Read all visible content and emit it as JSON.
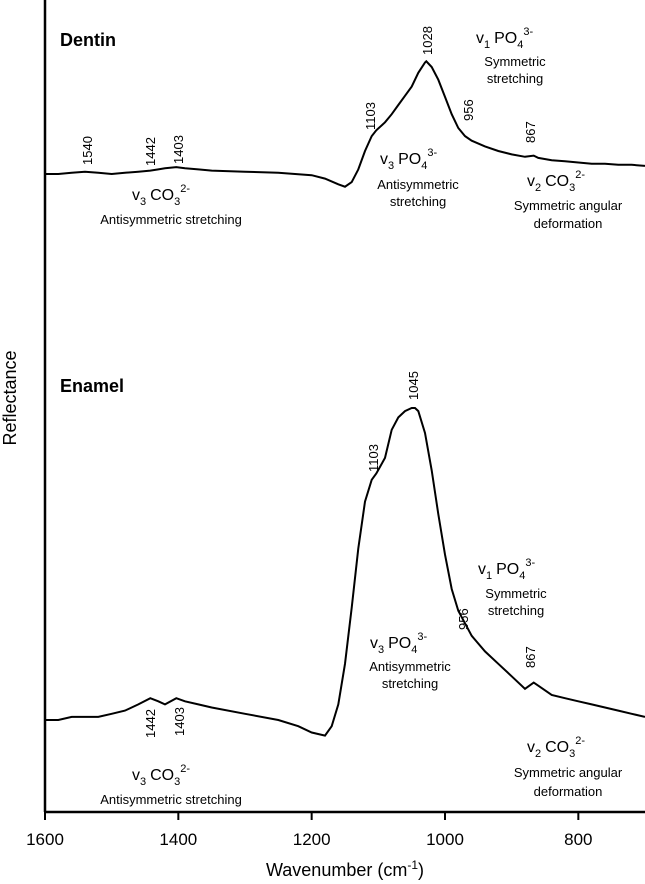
{
  "chart_data": {
    "type": "line",
    "xlabel": "Wavenumber (cm",
    "xlabel_sup": "-1",
    "xlabel_end": ")",
    "ylabel": "Reflectance",
    "xlim": [
      1600,
      700
    ],
    "xticks": [
      1600,
      1400,
      1200,
      1000,
      800
    ],
    "xtick_labels": [
      "1600",
      "1400",
      "1200",
      "1000",
      "800"
    ],
    "grid": false,
    "y_units": "arbitrary (no y ticks)",
    "series": [
      {
        "name": "Dentin",
        "x": [
          1600,
          1580,
          1560,
          1540,
          1520,
          1500,
          1480,
          1460,
          1442,
          1430,
          1420,
          1403,
          1390,
          1370,
          1350,
          1300,
          1250,
          1200,
          1180,
          1160,
          1150,
          1140,
          1130,
          1120,
          1110,
          1103,
          1090,
          1080,
          1070,
          1060,
          1050,
          1040,
          1030,
          1028,
          1020,
          1010,
          1000,
          990,
          980,
          970,
          960,
          956,
          940,
          920,
          900,
          880,
          867,
          860,
          840,
          820,
          800,
          780,
          760,
          740,
          720,
          700
        ],
        "y": [
          0.0,
          0.0,
          0.01,
          0.02,
          0.01,
          0.0,
          0.01,
          0.02,
          0.03,
          0.04,
          0.05,
          0.06,
          0.05,
          0.04,
          0.03,
          0.02,
          0.01,
          -0.01,
          -0.04,
          -0.09,
          -0.11,
          -0.07,
          0.04,
          0.2,
          0.33,
          0.38,
          0.45,
          0.52,
          0.6,
          0.68,
          0.76,
          0.88,
          0.97,
          0.98,
          0.93,
          0.82,
          0.67,
          0.52,
          0.4,
          0.33,
          0.29,
          0.28,
          0.24,
          0.2,
          0.17,
          0.15,
          0.16,
          0.14,
          0.12,
          0.11,
          0.1,
          0.09,
          0.09,
          0.08,
          0.08,
          0.07
        ],
        "peaks": [
          "1540",
          "1442",
          "1403",
          "1103",
          "1028",
          "956",
          "867"
        ]
      },
      {
        "name": "Enamel",
        "x": [
          1600,
          1580,
          1560,
          1540,
          1520,
          1500,
          1480,
          1460,
          1442,
          1430,
          1420,
          1403,
          1390,
          1370,
          1350,
          1300,
          1250,
          1220,
          1200,
          1180,
          1170,
          1160,
          1150,
          1140,
          1130,
          1120,
          1110,
          1103,
          1090,
          1080,
          1070,
          1060,
          1050,
          1045,
          1040,
          1030,
          1020,
          1010,
          1000,
          990,
          980,
          970,
          960,
          956,
          940,
          920,
          900,
          880,
          867,
          860,
          840,
          820,
          800,
          780,
          760,
          740,
          720,
          700
        ],
        "y": [
          0.0,
          0.0,
          0.01,
          0.01,
          0.01,
          0.02,
          0.03,
          0.05,
          0.07,
          0.06,
          0.05,
          0.07,
          0.06,
          0.05,
          0.04,
          0.02,
          0.0,
          -0.02,
          -0.04,
          -0.05,
          -0.02,
          0.05,
          0.18,
          0.36,
          0.55,
          0.7,
          0.77,
          0.79,
          0.84,
          0.93,
          0.97,
          0.99,
          1.0,
          1.0,
          0.99,
          0.92,
          0.8,
          0.66,
          0.53,
          0.42,
          0.35,
          0.31,
          0.27,
          0.26,
          0.22,
          0.18,
          0.14,
          0.1,
          0.12,
          0.11,
          0.08,
          0.07,
          0.06,
          0.05,
          0.04,
          0.03,
          0.02,
          0.01
        ],
        "peaks": [
          "1442",
          "1403",
          "1103",
          "1045",
          "956",
          "867"
        ]
      }
    ],
    "panels": [
      {
        "title": "Dentin",
        "annotations": [
          {
            "id": "v3-co3",
            "species": "v",
            "species_sub": "3",
            "formula": "CO",
            "formula_sub": "3",
            "charge": "2-",
            "desc1": "Antisymmetric stretching",
            "desc2": ""
          },
          {
            "id": "v3-po4",
            "species": "v",
            "species_sub": "3",
            "formula": "PO",
            "formula_sub": "4",
            "charge": "3-",
            "desc1": "Antisymmetric",
            "desc2": "stretching"
          },
          {
            "id": "v1-po4",
            "species": "v",
            "species_sub": "1",
            "formula": "PO",
            "formula_sub": "4",
            "charge": "3-",
            "desc1": "Symmetric",
            "desc2": "stretching"
          },
          {
            "id": "v2-co3",
            "species": "v",
            "species_sub": "2",
            "formula": "CO",
            "formula_sub": "3",
            "charge": "2-",
            "desc1": "Symmetric angular",
            "desc2": "deformation"
          }
        ]
      },
      {
        "title": "Enamel",
        "annotations": [
          {
            "id": "v3-co3",
            "species": "v",
            "species_sub": "3",
            "formula": "CO",
            "formula_sub": "3",
            "charge": "2-",
            "desc1": "Antisymmetric stretching",
            "desc2": ""
          },
          {
            "id": "v3-po4",
            "species": "v",
            "species_sub": "3",
            "formula": "PO",
            "formula_sub": "4",
            "charge": "3-",
            "desc1": "Antisymmetric",
            "desc2": "stretching"
          },
          {
            "id": "v1-po4",
            "species": "v",
            "species_sub": "1",
            "formula": "PO",
            "formula_sub": "4",
            "charge": "3-",
            "desc1": "Symmetric",
            "desc2": "stretching"
          },
          {
            "id": "v2-co3",
            "species": "v",
            "species_sub": "2",
            "formula": "CO",
            "formula_sub": "3",
            "charge": "2-",
            "desc1": "Symmetric angular",
            "desc2": "deformation"
          }
        ]
      }
    ]
  }
}
